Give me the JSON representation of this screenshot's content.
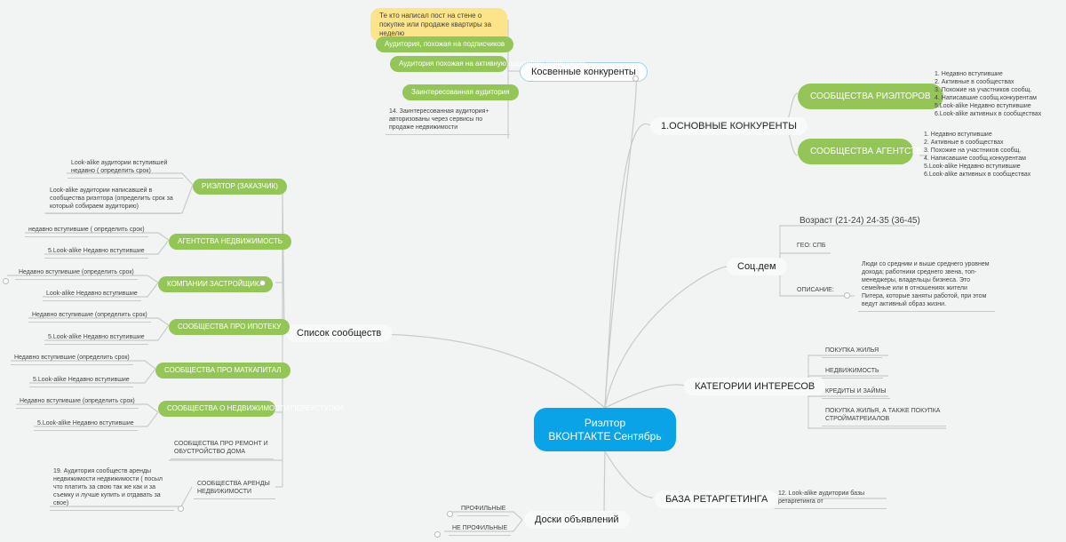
{
  "central": {
    "line1": "Риэлтор",
    "line2": "ВКОНТАКТЕ Сентябрь"
  },
  "indirect": {
    "title": "Косвенные конкуренты",
    "yellow": "Те кто написал пост на стене о покупке или продаже квартиры за неделю",
    "items": [
      "Аудитория, похожая на подписчиков",
      "Аудитория похожая на активную аудиторию сообщества",
      "Заинтересованная аудитория"
    ],
    "note": "14.   Заинтересованная аудитория+ авторизованы через сервисы по продаже недвижимости"
  },
  "competitors": {
    "title": "1.ОСНОВНЫЕ КОНКУРЕНТЫ",
    "realtors": {
      "title": "СООБЩЕСТВА РИЭЛТОРОВ",
      "list": [
        "1. Недавно вступившие",
        "2. Активные в сообществах",
        "3. Похожие на участников сообщ.",
        "4. Написавшие сообщ.конкурентам",
        "5.Look-alike Недавно вступившие",
        "6.Look-alike активных в сообществах"
      ]
    },
    "agencies": {
      "title": "СООБЩЕСТВА АГЕНТСТВ НЕДВИЖИМОСИ",
      "list": [
        "1. Недавно вступившие",
        "2. Активные в сообществах",
        "3. Похожие на участников сообщ.",
        "4. Написавшие сообщ.конкурентам",
        "5.Look-alike Недавно вступившие",
        "6.Look-alike активных в сообществах"
      ]
    }
  },
  "socdem": {
    "title": "Соц.дем",
    "age": "Возраст (21-24) 24-35 (36-45)",
    "geo": "ГЕО: СПБ",
    "desc_label": "ОПИСАНИЕ:",
    "desc": "Люди со средним и выше среднего уровнем дохода; работники среднего звена, топ-менеджеры, владельцы бизнеса. Это семейные или в отношениях жители Питера, которые заняты работой, при этом ведут активный образ жизни."
  },
  "interests": {
    "title": "КАТЕГОРИИ ИНТЕРЕСОВ",
    "items": [
      "ПОКУПКА ЖИЛЬЯ",
      "НЕДВИЖИМОСТЬ",
      "КРЕДИТЫ И ЗАЙМЫ",
      "ПОКУПКА ЖИЛЬЯ, А ТАКЖЕ ПОКУПКА СТРОЙМАТРЕИАЛОВ"
    ]
  },
  "retarget": {
    "title": "БАЗА РЕТАРГЕТИНГА",
    "note": "12.   Look-alike аудитории базы ретаргетинга от"
  },
  "boards": {
    "title": "Доски объявлений",
    "items": [
      "ПРОФИЛЬНЫЕ",
      "НЕ ПРОФИЛЬНЫЕ"
    ]
  },
  "communities": {
    "title": "Список сообществ",
    "groups": [
      {
        "label": "РИЭЛТОР (ЗАКАЗЧИК)",
        "leaves": [
          "Look-alike аудитории вступившей недавно ( определить срок)",
          "Look-alike аудитории написавшей в сообщества риэлтора  (определить срок за который собираем аудиторию)"
        ]
      },
      {
        "label": "АГЕНТСТВА НЕДВИЖИМОСТЬ",
        "leaves": [
          "недавно вступившие ( определить срок)",
          "5.Look-alike Недавно вступившие"
        ]
      },
      {
        "label": "КОМПАНИИ ЗАСТРОЙЩИКА",
        "leaves": [
          "Недавно вступившие (определить срок)",
          "Look-alike Недавно вступившие"
        ]
      },
      {
        "label": "СООБЩЕСТВА ПРО ИПОТЕКУ",
        "leaves": [
          "Недавно вступившие (определить срок)",
          "5.Look-alike Недавно вступившие"
        ]
      },
      {
        "label": "СООБЩЕСТВА ПРО МАТКАПИТАЛ",
        "leaves": [
          "Недавно вступившие (определить срок)",
          "5.Look-alike Недавно вступившие"
        ]
      },
      {
        "label": "СООБЩЕСТВА О НЕДВИЖИМОСТИ/ПЕРЕУСТУПКИ",
        "leaves": [
          "Недавно вступившие (определить срок)",
          "5.Look-alike Недавно вступившие"
        ]
      }
    ],
    "repair": "СООБЩЕСТВА ПРО РЕМОНТ И ОБУСТРОЙСТВО ДОМА",
    "rent": "СООБЩЕСТВА АРЕНДЫ НЕДВИЖИМОСТИ",
    "rent_note": "19.    Аудитория сообществ  аренды недвижимости недвижимости ( посыл что платить за свою так же как и за съемку и лучше купить и отдавать за свое)"
  },
  "colors": {
    "central": "#0aa3e8",
    "topic": "#93c657",
    "highlight": "#fce48a",
    "line": "#c8cccc"
  }
}
